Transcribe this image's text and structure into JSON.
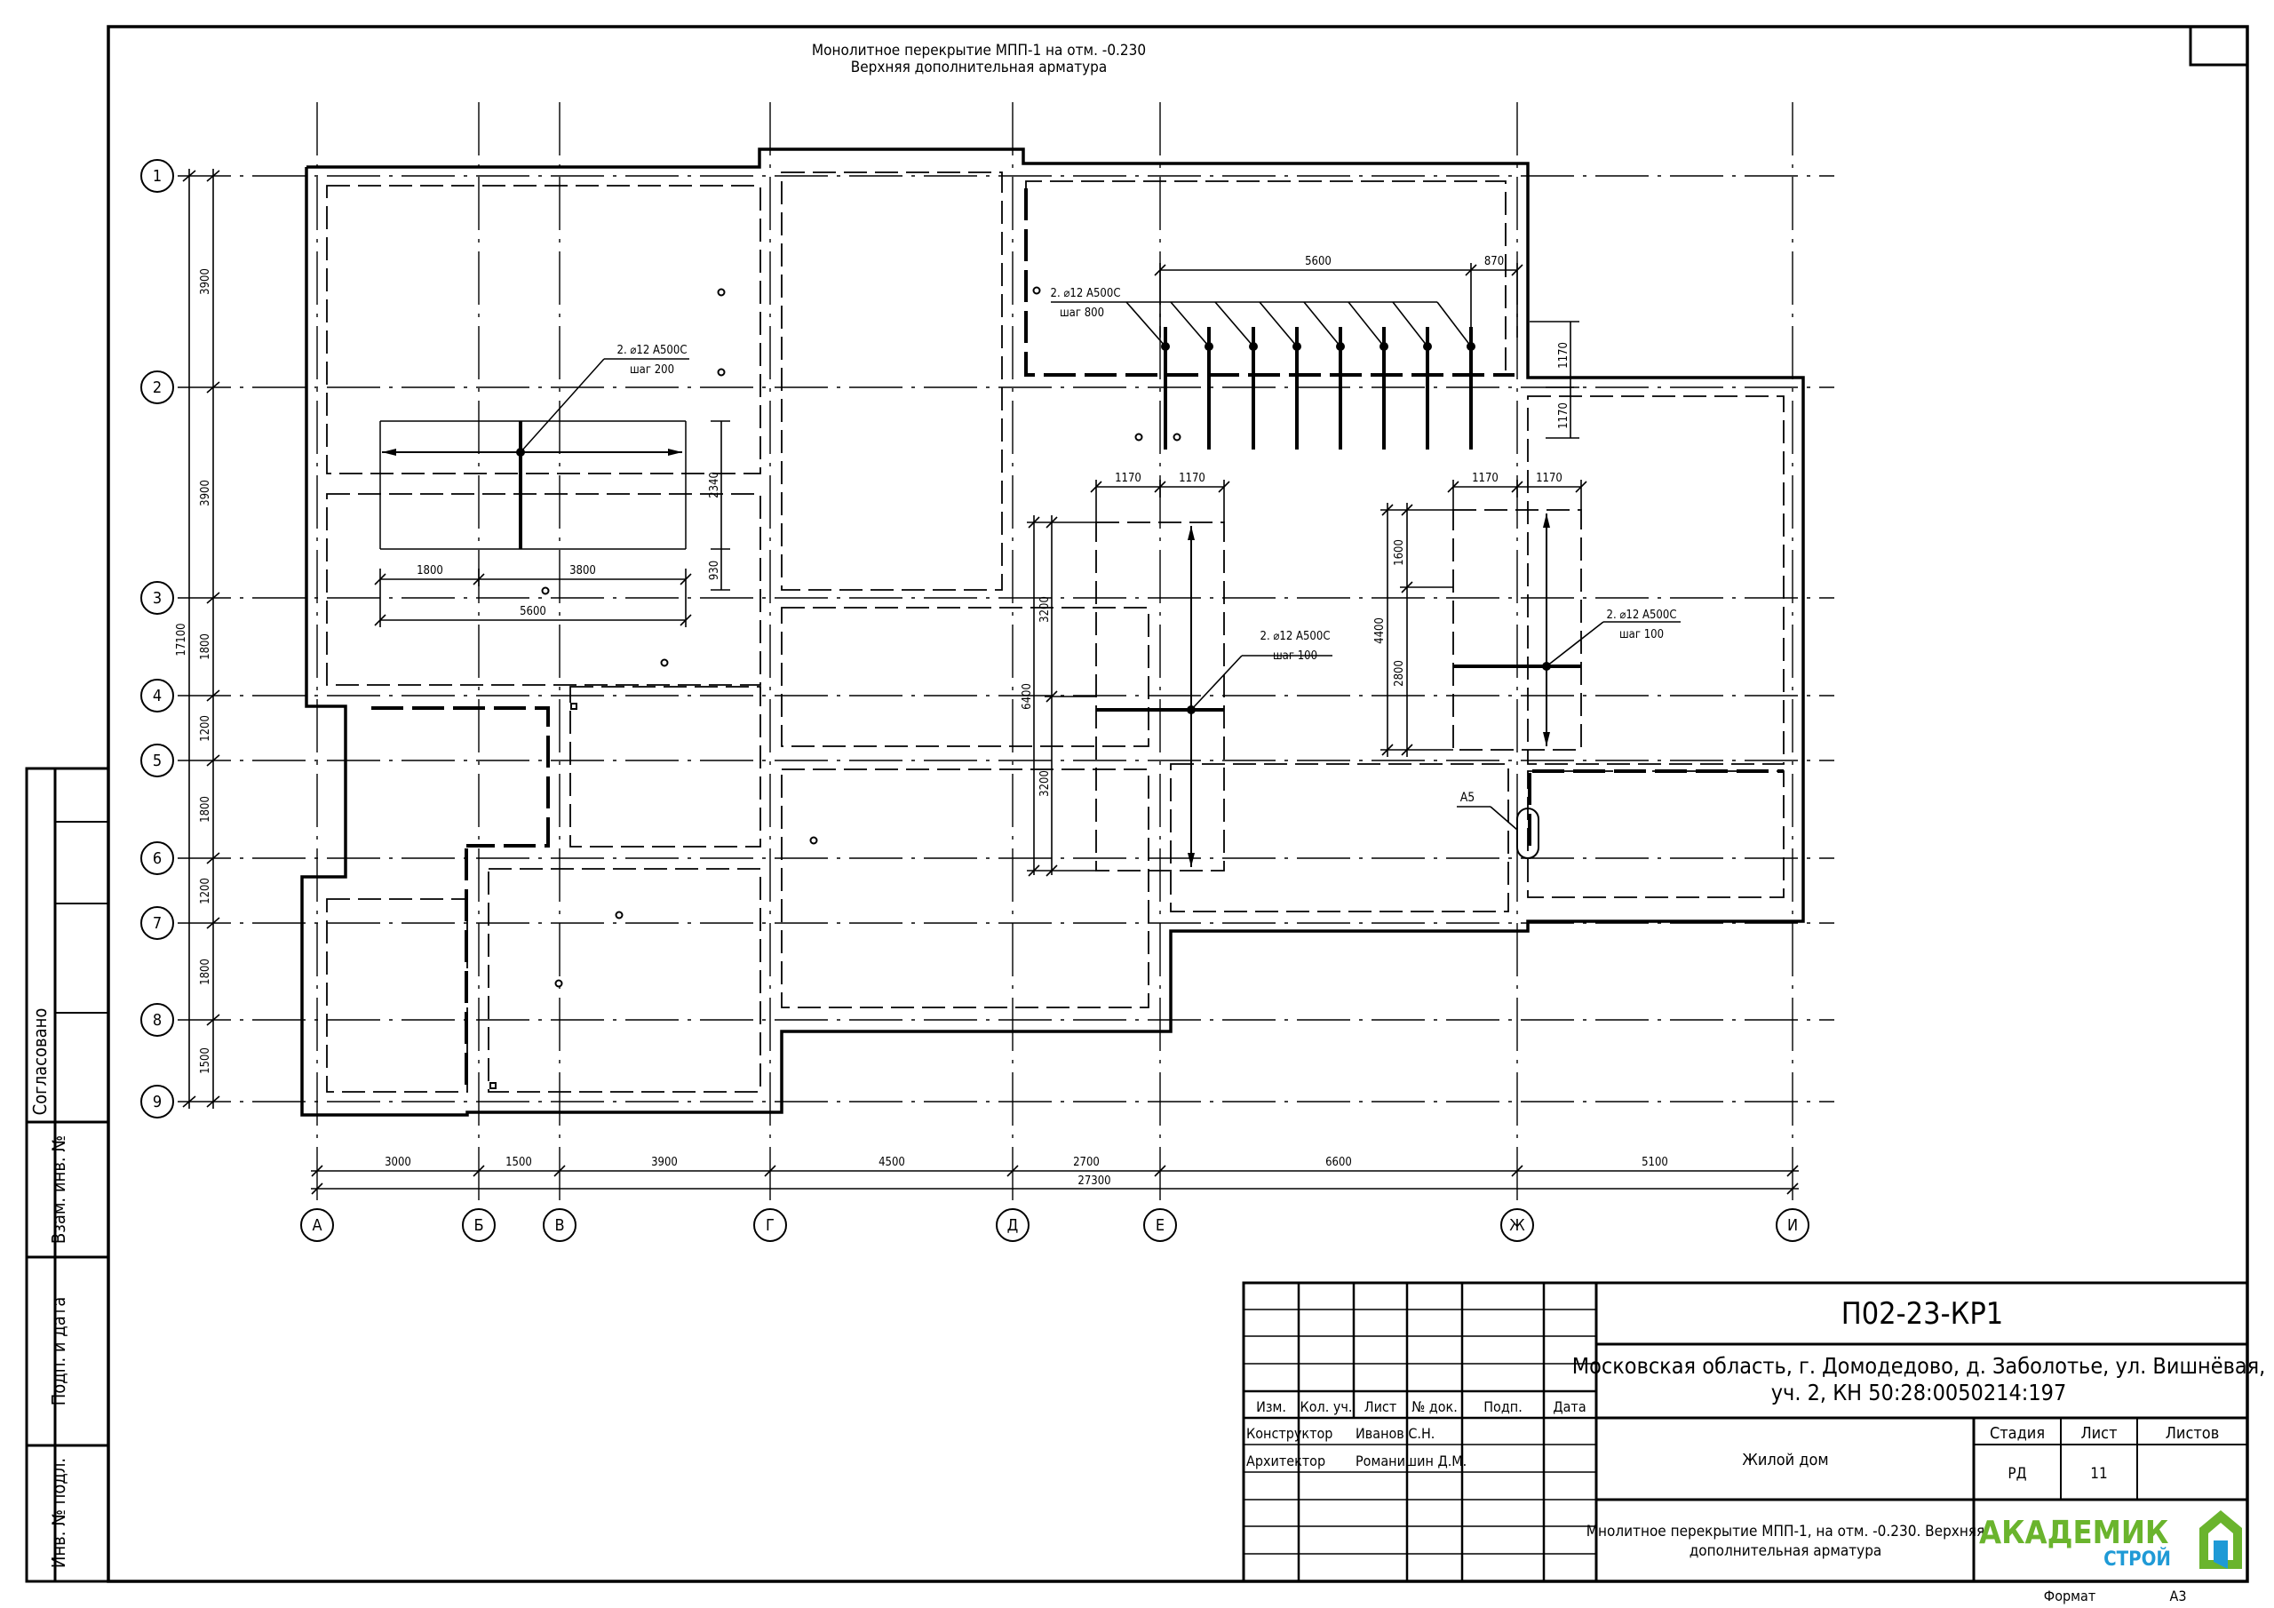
{
  "drawing_title": {
    "line1": "Монолитное перекрытие МПП-1 на отм. -0.230",
    "line2": "Верхняя дополнительная арматура"
  },
  "axes": {
    "columns": [
      "А",
      "Б",
      "В",
      "Г",
      "Д",
      "Е",
      "Ж",
      "И"
    ],
    "rows": [
      "1",
      "2",
      "3",
      "4",
      "5",
      "6",
      "7",
      "8",
      "9"
    ]
  },
  "dims_bottom": {
    "spans": [
      "3000",
      "1500",
      "3900",
      "4500",
      "2700",
      "6600",
      "5100"
    ],
    "total": "27300"
  },
  "dims_left": {
    "spans": [
      "3900",
      "3900",
      "1800",
      "1200",
      "1800",
      "1200",
      "1800",
      "1500"
    ],
    "total": "17100"
  },
  "callouts": {
    "c1": {
      "l1": "2. ⌀12 А500С",
      "l2": "шаг 200"
    },
    "c2": {
      "l1": "2. ⌀12 А500С",
      "l2": "шаг 800"
    },
    "c3": {
      "l1": "2. ⌀12 А500С",
      "l2": "шаг 100"
    },
    "c4": {
      "l1": "2. ⌀12 А500С",
      "l2": "шаг 100"
    },
    "a5": "А5"
  },
  "local_dims": {
    "z1_2340": "2340",
    "z1_930": "930",
    "z1_1800": "1800",
    "z1_3800": "3800",
    "z1_5600": "5600",
    "z2_5600": "5600",
    "z2_870": "870",
    "z2_1170a": "1170",
    "z2_1170b": "1170",
    "z3_1170a": "1170",
    "z3_1170b": "1170",
    "z3_3200a": "3200",
    "z3_3200b": "3200",
    "z3_6400": "6400",
    "z4_1170a": "1170",
    "z4_1170b": "1170",
    "z4_1600": "1600",
    "z4_2800": "2800",
    "z4_4400": "4400"
  },
  "side_stamp": {
    "agreed": "Согласовано",
    "replace_inv": "Взам. инв. №",
    "sign_date": "Подп. и дата",
    "orig_inv": "Инв. № подл."
  },
  "title_block": {
    "code": "П02-23-КР1",
    "address": "Московская область, г. Домодедово, д. Заболотье, ул. Вишнёвая, уч. 2, КН 50:28:0050214:197",
    "address_line1": "Московская область, г. Домодедово, д. Заболотье, ул. Вишнёвая,",
    "address_line2": "уч. 2, КН 50:28:0050214:197",
    "headers": [
      "Изм.",
      "Кол. уч.",
      "Лист",
      "№ док.",
      "Подп.",
      "Дата"
    ],
    "roles": [
      {
        "role": "Конструктор",
        "name": "Иванов С.Н."
      },
      {
        "role": "Архитектор",
        "name": "Романишин Д.М."
      }
    ],
    "object": "Жилой дом",
    "sheet_title_line1": "Мнолитное перекрытие МПП-1, на отм. -0.230. Верхняя",
    "sheet_title_line2": "дополнительная арматура",
    "stage_label": "Стадия",
    "sheet_label": "Лист",
    "sheets_label": "Листов",
    "stage": "РД",
    "sheet": "11",
    "sheets": "",
    "logo": {
      "main": "АКАДЕМИК",
      "sub": "СТРОЙ",
      "colors": {
        "main": "#6ab42d",
        "sub": "#1f9ad6"
      }
    },
    "format_label": "Формат",
    "format": "А3"
  }
}
